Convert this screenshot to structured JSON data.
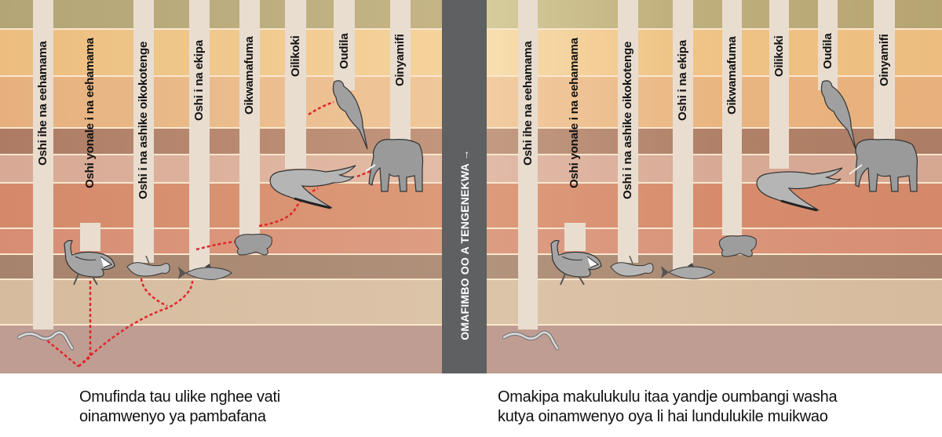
{
  "axis": {
    "label": "OMAFIMBO OO A TENGENEKWA →",
    "bar_color": "#5f6061"
  },
  "columns": [
    {
      "label": "Oshi ihe na eehamama"
    },
    {
      "label": "Oshi yonale i na eehamama"
    },
    {
      "label": "Oshi i na ashike oikokotenge"
    },
    {
      "label": "Oshi i na ekipa"
    },
    {
      "label": "Oikwamafuma"
    },
    {
      "label": "Oilikoki"
    },
    {
      "label": "Oudila"
    },
    {
      "label": "Oinyamifi"
    }
  ],
  "panels": {
    "left": {
      "caption_line1": "Omufinda tau ulike nghee vati",
      "caption_line2": "oinamwenyo ya pambafana",
      "shows_tree_lines": true
    },
    "right": {
      "caption_line1": "Omakipa makulukulu itaa yandje oumbangi washa",
      "caption_line2": "kutya oinamwenyo oya li hai lundulukile muikwao",
      "shows_tree_lines": false
    }
  },
  "animals": [
    {
      "name": "eel",
      "group": "Oshi ihe na eehamama"
    },
    {
      "name": "armored-fish",
      "group": "Oshi yonale i na eehamama"
    },
    {
      "name": "flat-fish",
      "group": "Oshi i na ashike oikokotenge"
    },
    {
      "name": "salmon",
      "group": "Oshi i na ekipa"
    },
    {
      "name": "frog",
      "group": "Oikwamafuma"
    },
    {
      "name": "crocodile",
      "group": "Oilikoki"
    },
    {
      "name": "parrot",
      "group": "Oudila"
    },
    {
      "name": "elephant",
      "group": "Oinyamifi"
    }
  ],
  "colors": {
    "strata": [
      "#b8a878",
      "#efc283",
      "#e9b582",
      "#b28068",
      "#d8ad98",
      "#d68d6c",
      "#d9917a",
      "#a88670",
      "#d9bea0",
      "#c09d92"
    ],
    "column": "#e9ddd0",
    "tree_line": "#e0272b",
    "stratum_line": "#fbe7cf"
  }
}
